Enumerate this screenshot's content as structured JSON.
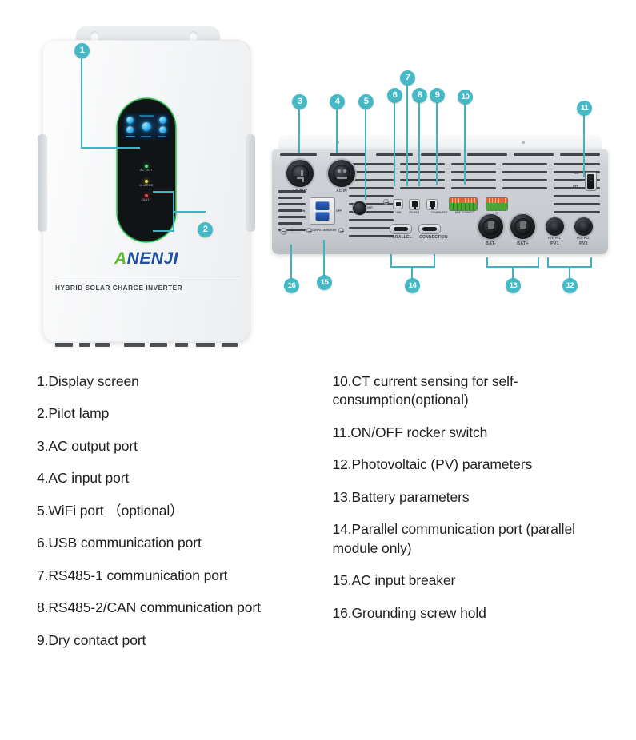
{
  "product": {
    "brand_a": "A",
    "brand_rest": "NENJI",
    "model_line": "HYBRID SOLAR CHARGE INVERTER",
    "indicators": [
      {
        "name": "AC OUT",
        "color": "#5de06a"
      },
      {
        "name": "CHARGE",
        "color": "#e8d44a"
      },
      {
        "name": "FAULT",
        "color": "#ef4a3c"
      }
    ]
  },
  "rear_panel": {
    "ac_out_label": "AC OUT",
    "ac_in_label": "AC IN",
    "wifi_label": "WiFi",
    "usb_label": "USB",
    "rs485_1_label": "RS485-1",
    "can_rs485_2_label": "CAN/RS485-2",
    "dry_connect_label": "DRY CONNECT",
    "ct_label": "CT",
    "parallel_label": "PARALLEL",
    "connection_label": "CONNECTION",
    "bat_neg_label": "BAT-",
    "bat_pos_label": "BAT+",
    "pv1_label": "PV1",
    "pv2_label": "PV2",
    "pv1_polarity": "PV1+  PV1-",
    "pv2_polarity": "PV2+  PV2-",
    "switch_on": "ON",
    "switch_off": "OFF",
    "breaker_on": "ON",
    "breaker_off": "OFF",
    "breaker_label": "AC INPUT BREAKER"
  },
  "callouts": [
    {
      "number": "1"
    },
    {
      "number": "2"
    },
    {
      "number": "3"
    },
    {
      "number": "4"
    },
    {
      "number": "5"
    },
    {
      "number": "6"
    },
    {
      "number": "7"
    },
    {
      "number": "8"
    },
    {
      "number": "9"
    },
    {
      "number": "10"
    },
    {
      "number": "11"
    },
    {
      "number": "12"
    },
    {
      "number": "13"
    },
    {
      "number": "14"
    },
    {
      "number": "15"
    },
    {
      "number": "16"
    }
  ],
  "legend": {
    "left": [
      "1.Display screen",
      "2.Pilot lamp",
      "3.AC output port",
      "4.AC input port",
      "5.WiFi port （optional）",
      "6.USB communication port",
      "7.RS485-1 communication port",
      "8.RS485-2/CAN communication port",
      "9.Dry contact port"
    ],
    "right": [
      "10.CT current sensing for self-consumption(optional)",
      "11.ON/OFF rocker switch",
      "12.Photovoltaic (PV) parameters",
      "13.Battery parameters",
      "14.Parallel communication port (parallel module only)",
      "15.AC input breaker",
      "16.Grounding screw hold"
    ]
  },
  "colors": {
    "accent": "#46b9c6",
    "lead": "#3fb3c0",
    "brand_green": "#5cbb2e",
    "brand_blue": "#1c4fa0",
    "text": "#231f20"
  }
}
